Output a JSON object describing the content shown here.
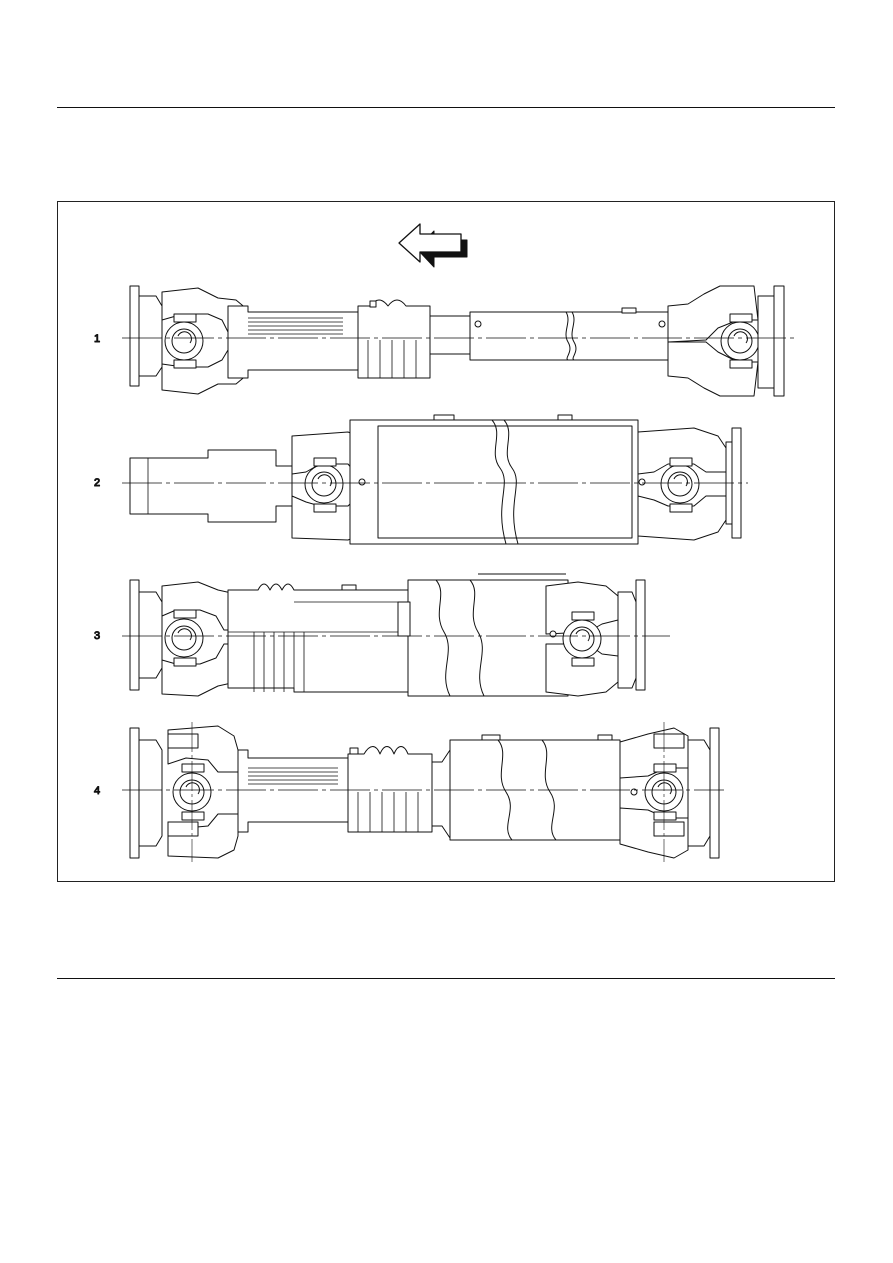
{
  "figure": {
    "shaft_labels": [
      "1",
      "2",
      "3",
      "4"
    ]
  }
}
